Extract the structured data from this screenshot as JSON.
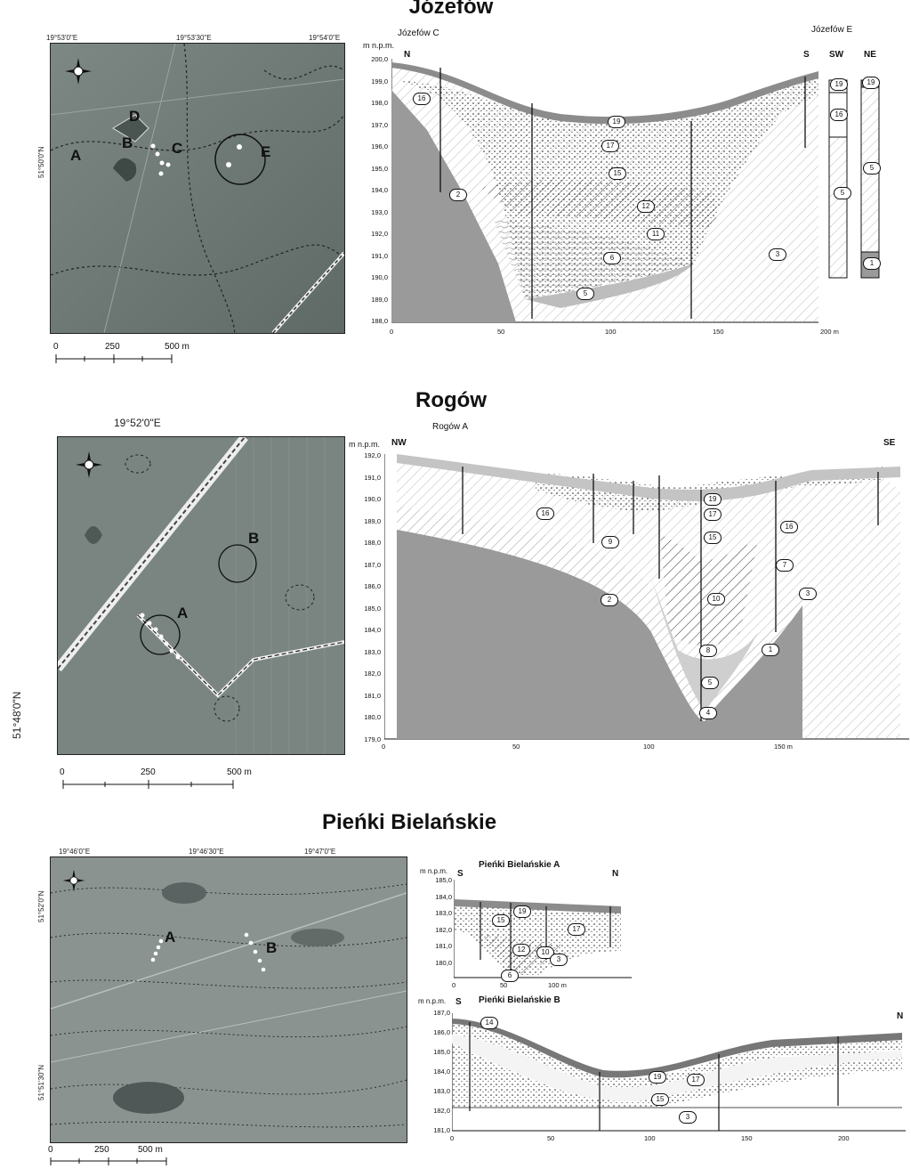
{
  "jozefow": {
    "title": "Józefów",
    "coords_top": [
      "19°53'0\"E",
      "19°53'30\"E",
      "19°54'0\"E"
    ],
    "coord_side": "51°50'0\"N",
    "map_labels": [
      "A",
      "B",
      "C",
      "D",
      "E"
    ],
    "scale": [
      "0",
      "250",
      "500 m"
    ],
    "profile_c_name": "Józefów C",
    "profile_e_name": "Józefów E",
    "axis_unit": "m n.p.m.",
    "dirs": [
      "N",
      "S",
      "SW",
      "NE"
    ],
    "yticks": [
      "200,0",
      "199,0",
      "198,0",
      "197,0",
      "196,0",
      "195,0",
      "194,0",
      "193,0",
      "192,0",
      "191,0",
      "190,0",
      "189,0",
      "188,0"
    ],
    "xticks": [
      "0",
      "50",
      "100",
      "150",
      "200 m"
    ],
    "units": [
      "16",
      "2",
      "19",
      "17",
      "15",
      "12",
      "11",
      "6",
      "5",
      "3"
    ],
    "col_sw_units": [
      "19",
      "16",
      "5"
    ],
    "col_ne_units": [
      "19",
      "5",
      "1"
    ]
  },
  "rogow": {
    "title": "Rogów",
    "coord_top": "19°52'0\"E",
    "coord_side": "51°48'0\"N",
    "map_labels": [
      "A",
      "B"
    ],
    "scale": [
      "0",
      "250",
      "500 m"
    ],
    "profile_name": "Rogów A",
    "axis_unit": "m n.p.m.",
    "dirs": [
      "NW",
      "SE"
    ],
    "yticks": [
      "192,0",
      "191,0",
      "190,0",
      "189,0",
      "188,0",
      "187,0",
      "186,0",
      "185,0",
      "184,0",
      "183,0",
      "182,0",
      "181,0",
      "180,0",
      "179,0"
    ],
    "xticks": [
      "0",
      "50",
      "100",
      "150 m"
    ],
    "units": [
      "19",
      "17",
      "16",
      "15",
      "16",
      "9",
      "7",
      "10",
      "3",
      "2",
      "8",
      "1",
      "5",
      "4"
    ]
  },
  "pienki": {
    "title": "Pieńki Bielańskie",
    "coords_top": [
      "19°46'0\"E",
      "19°46'30\"E",
      "19°47'0\"E"
    ],
    "coords_side": [
      "51°52'0\"N",
      "51°51'30\"N"
    ],
    "map_labels": [
      "A",
      "B"
    ],
    "scale": [
      "0",
      "250",
      "500 m"
    ],
    "profile_a_name": "Pieńki Bielańskie A",
    "profile_b_name": "Pieńki Bielańskie  B",
    "axis_unit": "m  n.p.m.",
    "a_dirs": [
      "S",
      "N"
    ],
    "b_dirs": [
      "S",
      "N"
    ],
    "a_yticks": [
      "185,0",
      "184,0",
      "183,0",
      "182,0",
      "181,0",
      "180,0"
    ],
    "a_xticks": [
      "0",
      "50",
      "100 m"
    ],
    "a_units": [
      "15",
      "19",
      "17",
      "12",
      "10",
      "3",
      "6"
    ],
    "b_yticks": [
      "187,0",
      "186,0",
      "185,0",
      "184,0",
      "183,0",
      "182,0",
      "181,0"
    ],
    "b_xticks": [
      "0",
      "50",
      "100",
      "150",
      "200"
    ],
    "b_units": [
      "14",
      "19",
      "17",
      "15",
      "3"
    ]
  },
  "colors": {
    "relief": "#6f7a76",
    "profile_dark": "#8c8c8c",
    "profile_light": "#dcdcdc"
  }
}
